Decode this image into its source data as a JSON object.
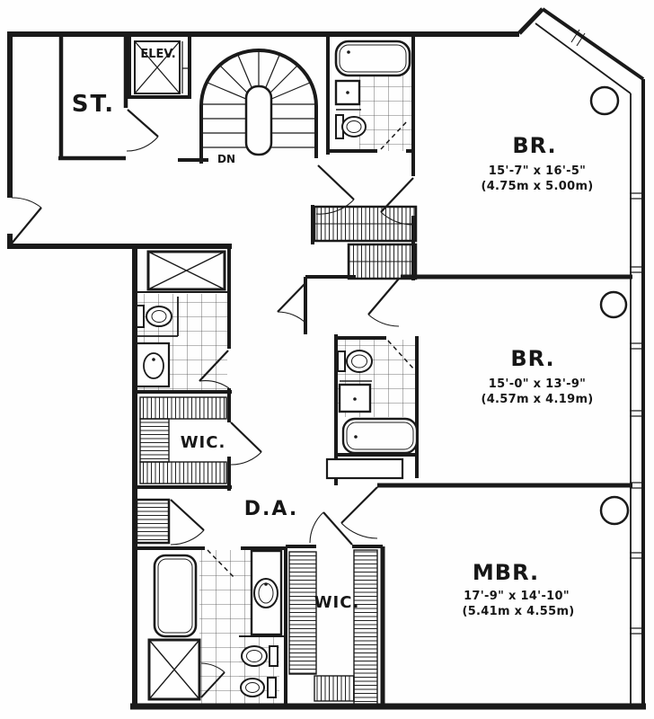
{
  "page": {
    "title": "Apartment Floor Plan",
    "background": "#fefefe",
    "line_color": "#1a1a1a"
  },
  "rooms": {
    "storage": {
      "label": "ST."
    },
    "elevator": {
      "label": "ELEV."
    },
    "stairs": {
      "label": "DN"
    },
    "bedroom1": {
      "label": "BR.",
      "dims_imperial": "15'-7\" x 16'-5\"",
      "dims_metric": "(4.75m x 5.00m)"
    },
    "bedroom2": {
      "label": "BR.",
      "dims_imperial": "15'-0\" x 13'-9\"",
      "dims_metric": "(4.57m x 4.19m)"
    },
    "master_bedroom": {
      "label": "MBR.",
      "dims_imperial": "17'-9\" x 14'-10\"",
      "dims_metric": "(5.41m x 4.55m)"
    },
    "walk_in_closet_hall": {
      "label": "WIC."
    },
    "walk_in_closet_master": {
      "label": "WIC."
    },
    "dressing_area": {
      "label": "D.A."
    }
  }
}
